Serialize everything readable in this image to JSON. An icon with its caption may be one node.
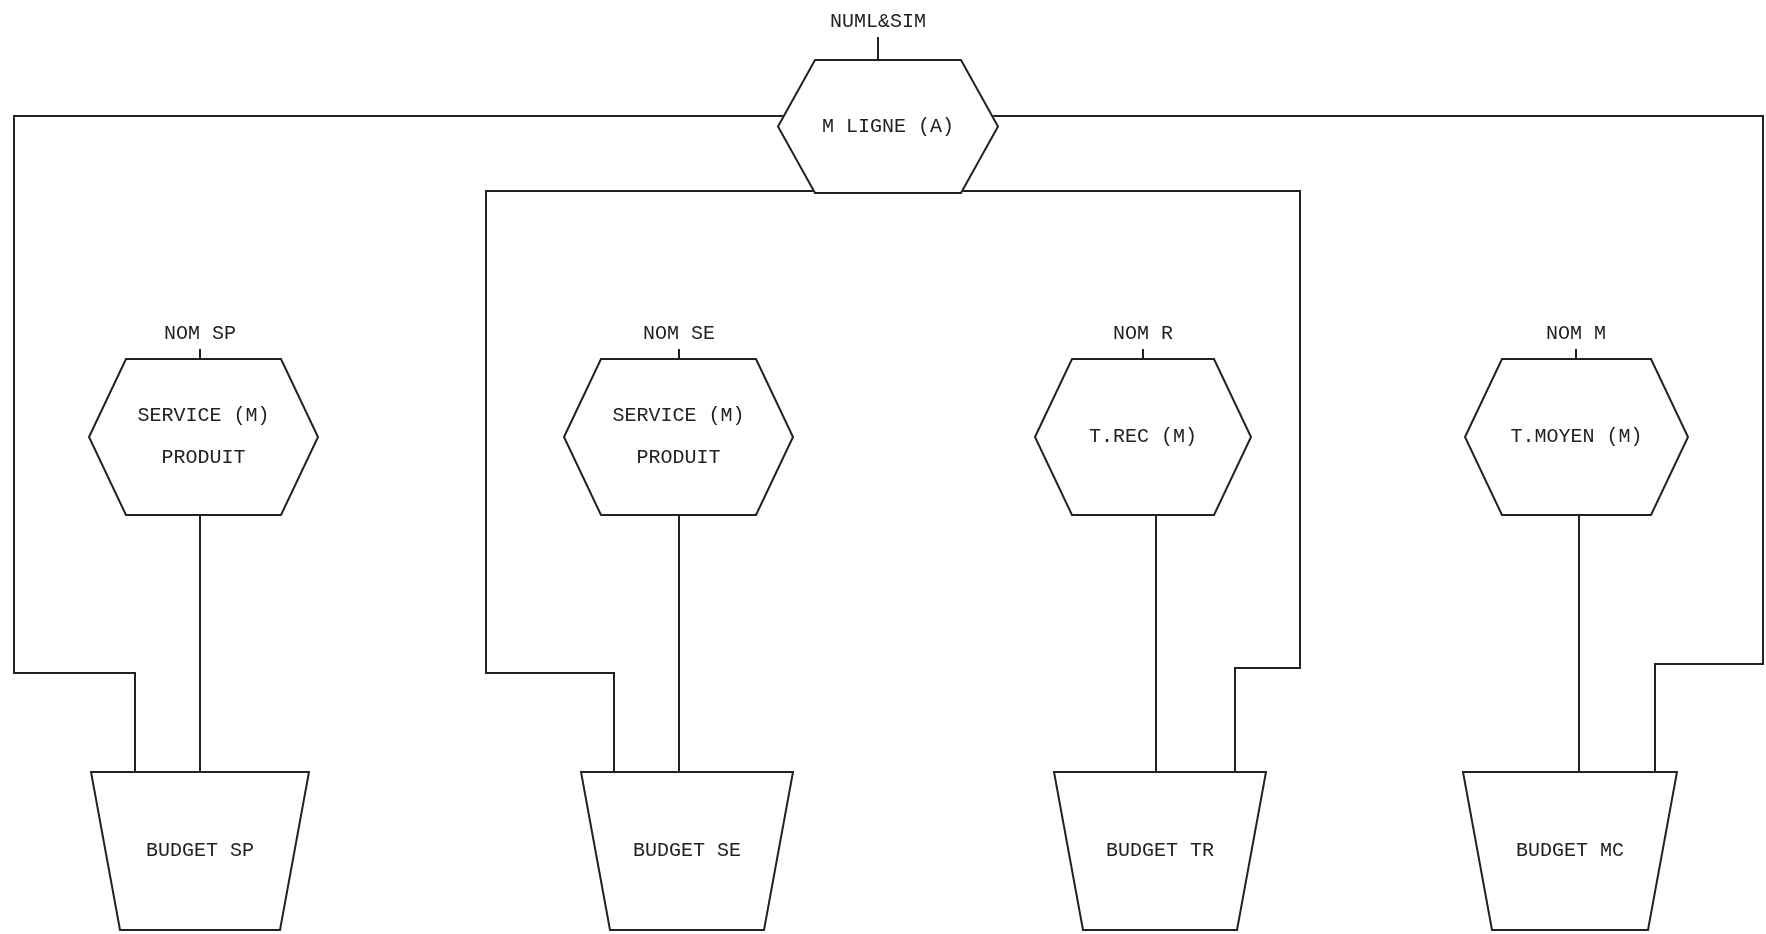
{
  "diagram": {
    "nodes": [
      {
        "text": [
          "M LIGNE (A)"
        ],
        "beside": [
          "NUML&SIM"
        ]
      },
      {
        "text": [
          "SERVICE (M)",
          "PRODUIT"
        ],
        "beside": [
          "NOM SP"
        ]
      },
      {
        "text": [
          "SERVICE (M)",
          "PRODUIT"
        ],
        "beside": [
          "NOM SE"
        ]
      },
      {
        "text": [
          "T.REC (M)"
        ],
        "beside": [
          "NOM R"
        ]
      },
      {
        "text": [
          "T.MOYEN (M)"
        ],
        "beside": [
          "NOM M"
        ]
      },
      {
        "text": [
          "BUDGET SP"
        ]
      },
      {
        "text": [
          "BUDGET SE"
        ]
      },
      {
        "text": [
          "BUDGET TR"
        ]
      },
      {
        "text": [
          "BUDGET MC"
        ]
      }
    ],
    "edges": [
      {
        "from": 1,
        "to": 5,
        "arrow": "none"
      },
      {
        "from": 2,
        "to": 6,
        "arrow": "none"
      },
      {
        "from": 3,
        "to": 7,
        "arrow": "none"
      },
      {
        "from": 4,
        "to": 8,
        "arrow": "none"
      },
      {
        "from": 0,
        "to": 5,
        "arrow": "none"
      },
      {
        "from": 0,
        "to": 6,
        "arrow": "none"
      },
      {
        "from": 0,
        "to": 7,
        "arrow": "none"
      },
      {
        "from": 0,
        "to": 8,
        "arrow": "none"
      }
    ]
  }
}
